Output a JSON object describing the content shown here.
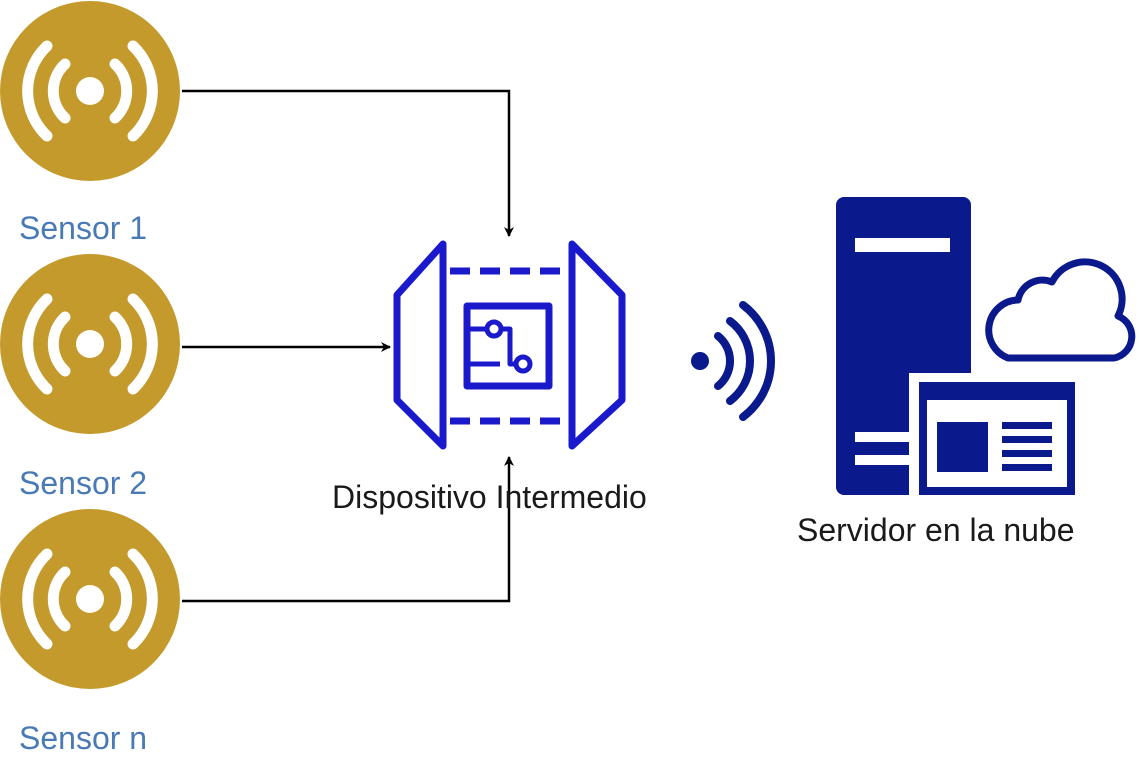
{
  "diagram": {
    "sensors": [
      {
        "label": "Sensor 1"
      },
      {
        "label": "Sensor 2"
      },
      {
        "label": "Sensor n"
      }
    ],
    "gateway": {
      "label": "Dispositivo Intermedio"
    },
    "server": {
      "label": "Servidor en la nube"
    },
    "colors": {
      "sensor": "#c49a2c",
      "sensor_label": "#4a7ab5",
      "gateway": "#1a1acc",
      "server": "#0a1a8c",
      "wifi": "#0a1a8c",
      "arrow": "#000000"
    },
    "icons": {
      "sensor": "sensor-broadcast-icon",
      "gateway": "iot-gateway-icon",
      "wifi": "wifi-signal-icon",
      "server": "server-icon",
      "cloud": "cloud-icon"
    }
  }
}
